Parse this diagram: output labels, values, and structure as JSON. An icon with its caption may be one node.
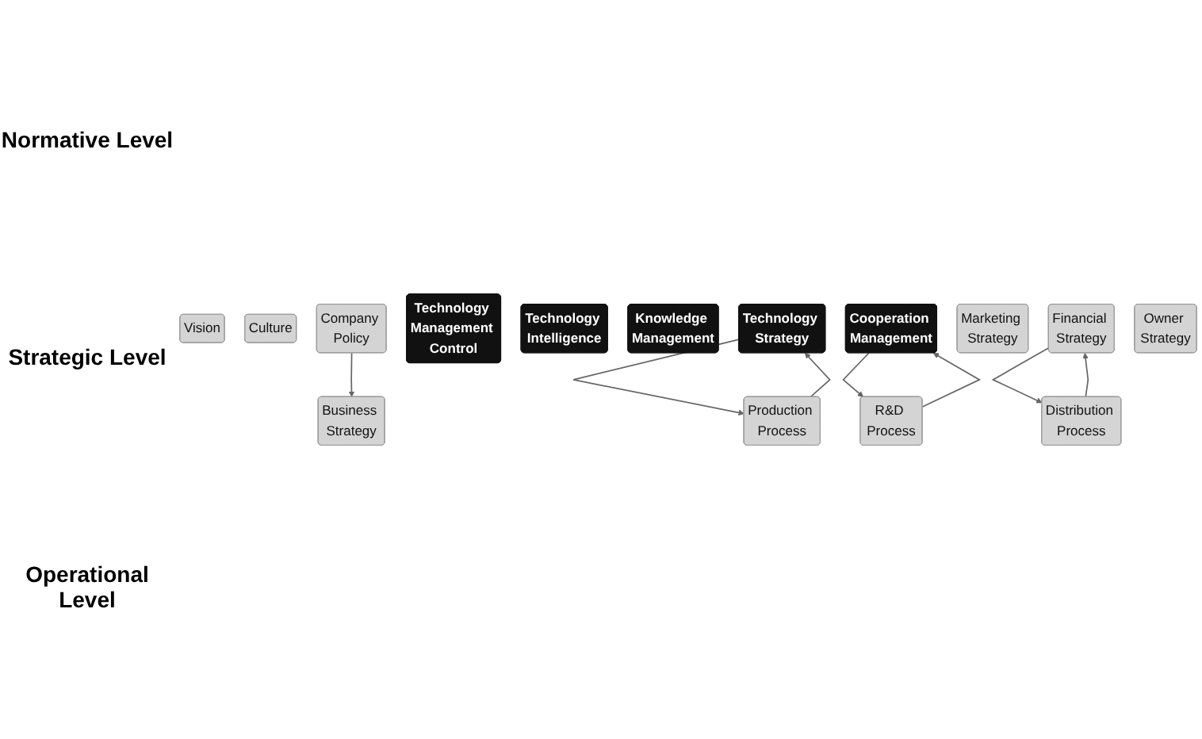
{
  "diagram": {
    "nodes": [
      {
        "text": [
          "Vision"
        ]
      },
      {
        "text": [
          "Culture"
        ]
      },
      {
        "text": [
          "Company Policy"
        ]
      },
      {
        "text": [
          "Technology Management Control"
        ]
      },
      {
        "text": [
          "Technology Intelligence"
        ]
      },
      {
        "text": [
          "Knowledge Management"
        ]
      },
      {
        "text": [
          "Technology Strategy"
        ]
      },
      {
        "text": [
          "Cooperation Management"
        ]
      },
      {
        "text": [
          "Business Strategy"
        ]
      },
      {
        "text": [
          "Marketing Strategy"
        ]
      },
      {
        "text": [
          "Financial Strategy"
        ]
      },
      {
        "text": [
          "Owner Strategy"
        ]
      },
      {
        "text": [
          "R&D Process"
        ]
      },
      {
        "text": [
          "Production Process"
        ]
      },
      {
        "text": [
          "Distribution Process"
        ]
      }
    ],
    "edges": [
      {
        "from": 2,
        "to": 8,
        "arrow": "to"
      },
      {
        "from": 7,
        "to": 12,
        "arrow": "to"
      },
      {
        "from": 12,
        "to": 7,
        "arrow": "to"
      },
      {
        "from": 6,
        "to": 13,
        "arrow": "to"
      },
      {
        "from": 13,
        "to": 6,
        "arrow": "to"
      },
      {
        "from": 10,
        "to": 14,
        "arrow": "to"
      },
      {
        "from": 14,
        "to": 10,
        "arrow": "to"
      }
    ],
    "labels": [
      "Normative Level",
      "Strategic Level",
      "Operational Level"
    ]
  }
}
